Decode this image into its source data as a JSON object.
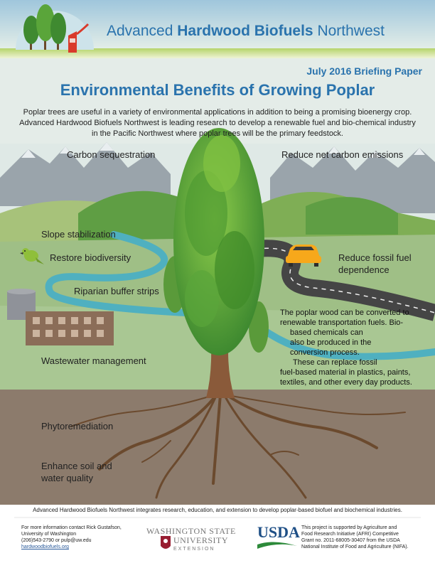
{
  "header": {
    "brand_regular_1": "Advanced",
    "brand_bold": "Hardwood Biofuels",
    "brand_regular_2": "Northwest",
    "briefing": "July 2016 Briefing Paper",
    "title": "Environmental Benefits of Growing Poplar"
  },
  "intro": "Poplar trees are useful in a variety of environmental applications in addition to being a promising bioenergy crop. Advanced Hardwood Biofuels Northwest is leading research to develop a renewable fuel and bio-chemical industry in the Pacific Northwest where poplar trees will be the primary feedstock.",
  "labels": {
    "carbon_sequestration": "Carbon sequestration",
    "reduce_net_carbon": "Reduce net carbon emissions",
    "slope_stabilization": "Slope stabilization",
    "restore_biodiversity": "Restore biodiversity",
    "reduce_fossil_1": "Reduce fossil fuel",
    "reduce_fossil_2": "dependence",
    "riparian": "Riparian buffer strips",
    "wastewater": "Wastewater management",
    "phytoremediation": "Phytoremediation",
    "soil_1": "Enhance soil and",
    "soil_2": "water quality"
  },
  "conversion": {
    "line1": "The poplar wood can be converted to",
    "line2": "renewable transportation fuels. Bio-",
    "line3": "based chemicals can",
    "line4": "also be produced in the",
    "line5": "conversion process.",
    "line6": "These can replace fossil",
    "line7": "fuel-based material in plastics, paints,",
    "line8": "textiles, and other every day products."
  },
  "footer": {
    "mission": "Advanced Hardwood Biofuels Northwest integrates research, education, and extension to develop poplar-based biofuel and biochemical industries.",
    "contact_1": "For more information contact Rick Gustafson,",
    "contact_2": "University of Washington",
    "contact_3": "(206)543-2790 or pulp@uw.edu",
    "contact_link": "hardwoodbiofuels.org",
    "wsu_1": "WASHINGTON STATE",
    "wsu_2": "UNIVERSITY",
    "wsu_3": "EXTENSION",
    "usda": "USDA",
    "grant_1": "This project is supported by Agriculture and",
    "grant_2": "Food Research Initiative (AFRI) Competitive",
    "grant_3": "Grant no. 2011-68005-30407 from the USDA",
    "grant_4": "National Institute of Food and Agriculture (NIFA)."
  },
  "colors": {
    "brand_blue": "#2a73ad",
    "sky": "#dfe9e6",
    "hills": "#7aa25c",
    "river": "#4fb0c0",
    "road": "#454545",
    "soil": "#8c7b6c",
    "car": "#f7a81b",
    "tree": "#5a9a3a"
  }
}
